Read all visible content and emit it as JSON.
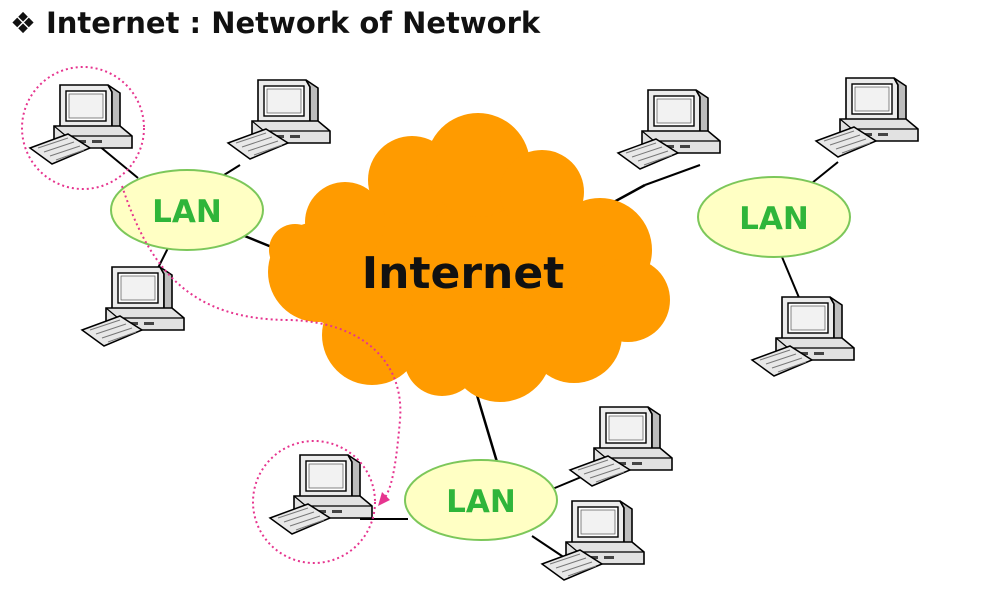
{
  "title": {
    "bullet": "❖",
    "text": "Internet : Network of Network"
  },
  "cloud": {
    "label": "Internet"
  },
  "lans": [
    {
      "label": "LAN"
    },
    {
      "label": "LAN"
    },
    {
      "label": "LAN"
    }
  ],
  "colors": {
    "cloud": "#ff9b00",
    "lan_fill": "#ffffc4",
    "lan_stroke": "#7cc75a",
    "lan_text": "#2fb53a",
    "highlight": "#e6358f",
    "link": "#000000"
  },
  "icons": {
    "computer": "computer-icon"
  }
}
